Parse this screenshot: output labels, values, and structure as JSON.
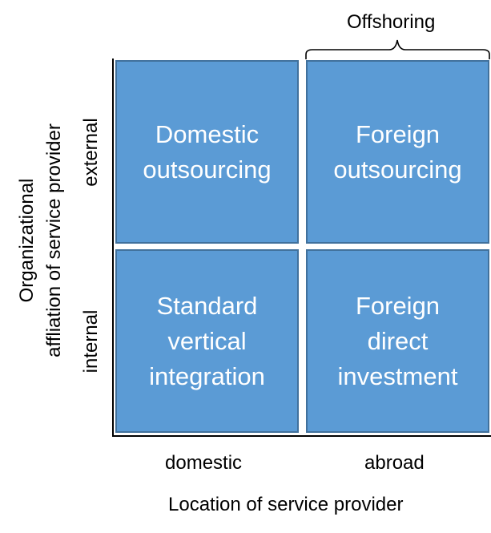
{
  "brace_label": "Offshoring",
  "cells": {
    "top_left": [
      "Domestic",
      "outsourcing"
    ],
    "top_right": [
      "Foreign",
      "outsourcing"
    ],
    "bottom_left": [
      "Standard",
      "vertical",
      "integration"
    ],
    "bottom_right": [
      "Foreign",
      "direct",
      "investment"
    ]
  },
  "columns": [
    "domestic",
    "abroad"
  ],
  "rows": [
    "external",
    "internal"
  ],
  "x_axis_title": "Location of service provider",
  "y_axis_title": [
    "Organizational",
    "affliation of service provider"
  ],
  "colors": {
    "cell_fill": "#5b9bd5",
    "cell_border": "#41719c",
    "cell_text": "#ffffff"
  }
}
